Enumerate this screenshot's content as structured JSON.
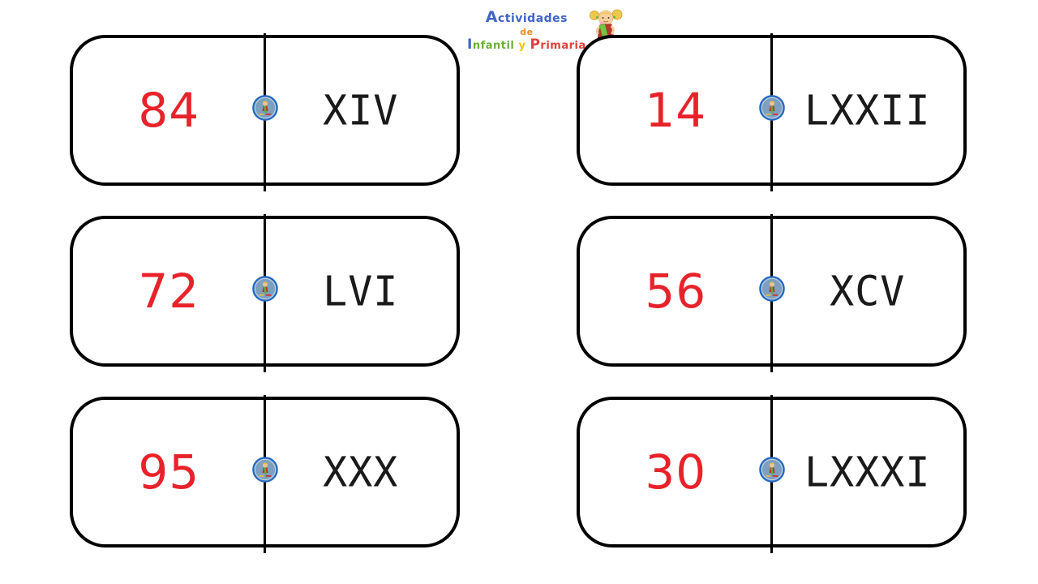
{
  "title": "Roman numerals matching domino cards worksheet",
  "logo": {
    "line1_cap": "A",
    "line1_rest": "ctividades",
    "line2": "de",
    "line3_i_cap": "I",
    "line3_infantil_rest": "nfantil",
    "line3_y": "y",
    "line3_p_cap": "P",
    "line3_primaria_rest": "rimaria"
  },
  "cards": [
    {
      "number": "84",
      "roman": "XIV"
    },
    {
      "number": "14",
      "roman": "LXXII"
    },
    {
      "number": "72",
      "roman": "LVI"
    },
    {
      "number": "56",
      "roman": "XCV"
    },
    {
      "number": "95",
      "roman": "XXX"
    },
    {
      "number": "30",
      "roman": "LXXXI"
    }
  ],
  "colors": {
    "number_red": "#e8222a",
    "roman_black": "#1a1a1a",
    "card_border": "#000000",
    "logo_blue": "#4064c8",
    "logo_orange": "#f08c1e",
    "logo_green": "#6ab03c",
    "logo_yellow": "#eec31e",
    "logo_red": "#e04038",
    "badge_ring_blue": "#2668c0",
    "badge_fill_blue": "#7da0c0"
  }
}
